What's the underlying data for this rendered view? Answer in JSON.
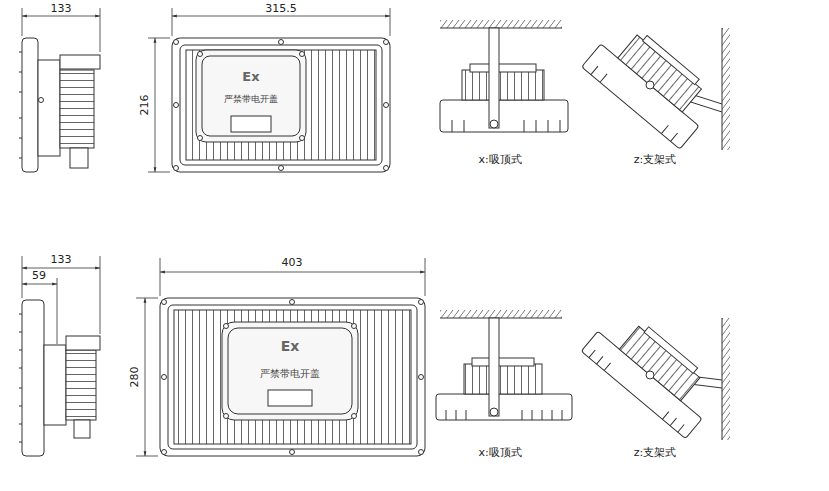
{
  "diagram": {
    "labels": [
      "133",
      "315.5",
      "216",
      "Ex",
      "严禁带电开盖",
      "x:吸顶式",
      "z:支架式",
      "133",
      "59",
      "403",
      "280",
      "Ex",
      "严禁带电开盖",
      "x:吸顶式",
      "z:支架式"
    ]
  }
}
